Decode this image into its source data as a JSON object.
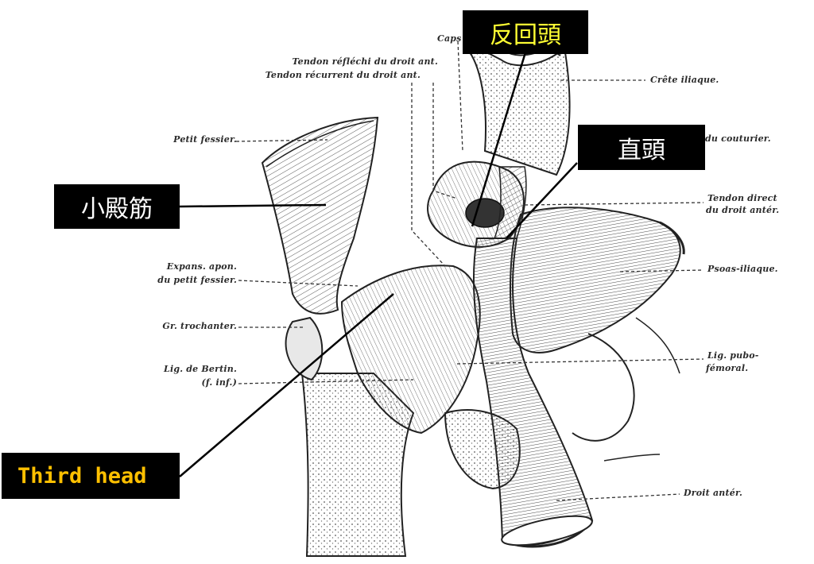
{
  "colors": {
    "ink": "#2a2a2a",
    "box_bg": "#000000",
    "yellow": "#ffff33",
    "orange": "#ffc000",
    "white": "#ffffff"
  },
  "labels": {
    "capsule": "Caps",
    "tendon_reflechi": "Tendon réfléchi du droit ant.",
    "tendon_recurrent": "Tendon récurrent du droit ant.",
    "crete_iliaque": "Crête iliaque.",
    "petit_fessier": "Petit fessier.",
    "couturier": "du couturier.",
    "tendon_direct_1": "Tendon direct",
    "tendon_direct_2": "du droit antér.",
    "expans_1": "Expans. apon.",
    "expans_2": "du petit fessier.",
    "psoas": "Psoas-iliaque.",
    "trochanter": "Gr. trochanter.",
    "lig_pubo_1": "Lig. pubo-",
    "lig_pubo_2": "fémoral.",
    "bertin_1": "Lig. de Bertin.",
    "bertin_2": "(f. inf.)",
    "droit_anter": "Droit antér."
  },
  "annotations": {
    "reflected_head": "反回頭",
    "direct_head": "直頭",
    "gluteus_minimus": "小殿筋",
    "third_head": "Third head"
  }
}
